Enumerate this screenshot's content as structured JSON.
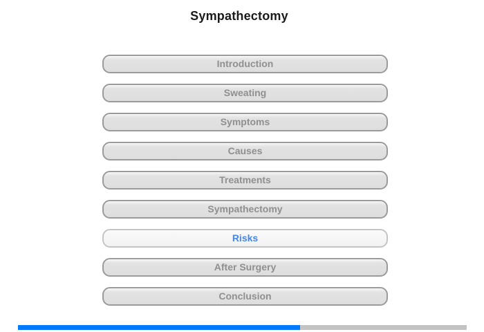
{
  "title": "Sympathectomy",
  "menu": {
    "items": [
      {
        "label": "Introduction",
        "active": false
      },
      {
        "label": "Sweating",
        "active": false
      },
      {
        "label": "Symptoms",
        "active": false
      },
      {
        "label": "Causes",
        "active": false
      },
      {
        "label": "Treatments",
        "active": false
      },
      {
        "label": "Sympathectomy",
        "active": false
      },
      {
        "label": "Risks",
        "active": true
      },
      {
        "label": "After Surgery",
        "active": false
      },
      {
        "label": "Conclusion",
        "active": false
      }
    ]
  },
  "progress": {
    "percent_complete": 62.9,
    "fill_color": "#007bff",
    "track_color": "#c3c3c3"
  },
  "colors": {
    "active_label": "#4285f4",
    "inactive_label": "#8f8f8f",
    "button_border": "#9a9a9a"
  }
}
